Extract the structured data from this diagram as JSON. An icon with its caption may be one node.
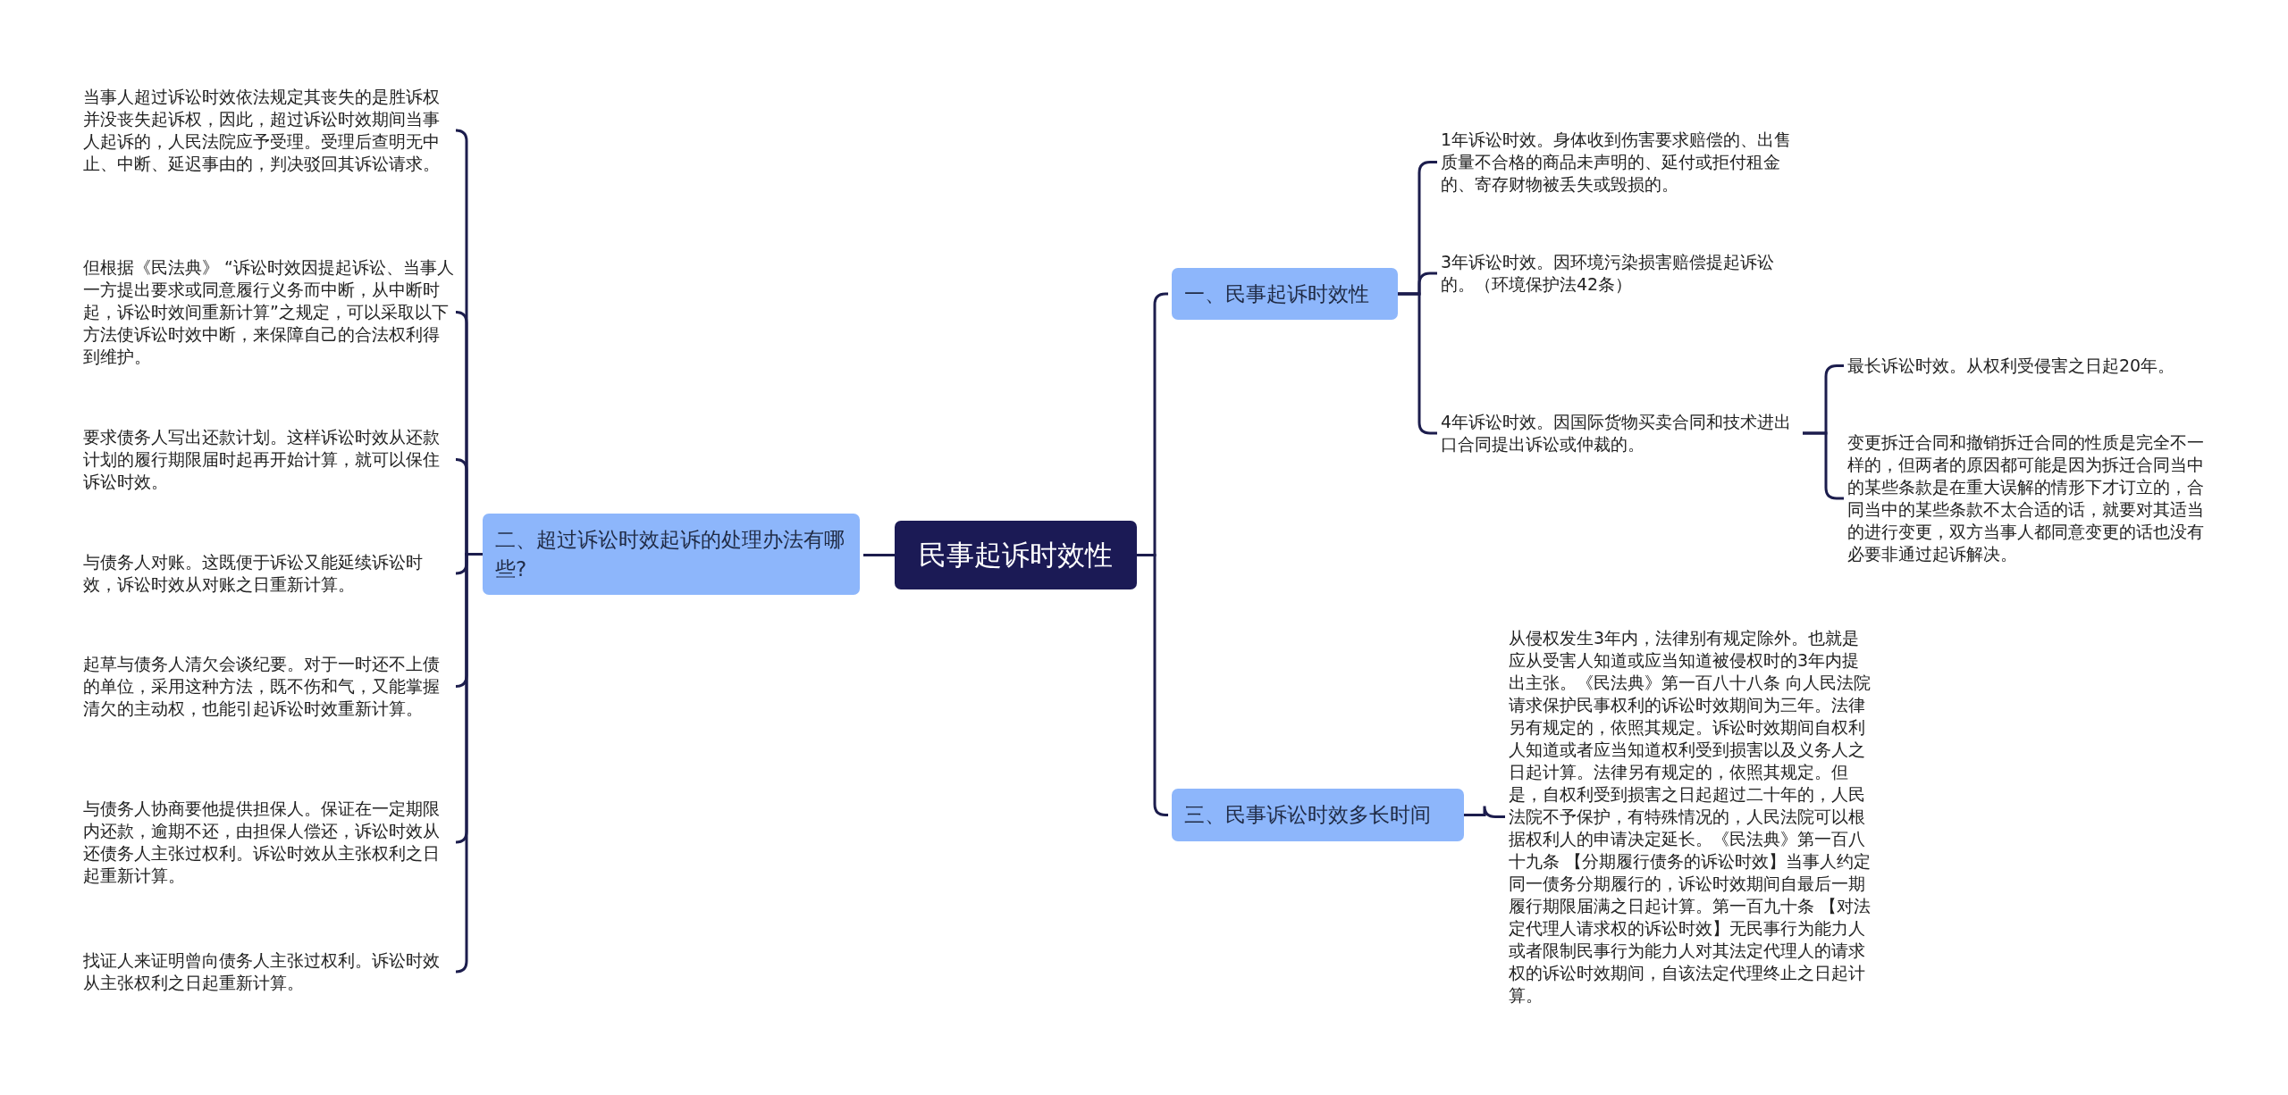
{
  "diagram": {
    "nodes": [
      {
        "text": [
          "民事起诉时效性"
        ]
      },
      {
        "text": [
          "二、超过诉讼时效起诉的处理办法有哪些?"
        ]
      },
      {
        "text": [
          "当事人超过诉讼时效依法规定其丧失的是胜诉权并没丧失起诉权，因此，超过诉讼时效期间当事人起诉的，人民法院应予受理。受理后查明无中止、中断、延迟事由的，判决驳回其诉讼请求。"
        ]
      },
      {
        "text": [
          "但根据《民法典》 “诉讼时效因提起诉讼、当事人一方提出要求或同意履行义务而中断，从中断时起，诉讼时效间重新计算”之规定，可以采取以下方法使诉讼时效中断，来保障自己的合法权利得到维护。"
        ]
      },
      {
        "text": [
          "要求债务人写出还款计划。这样诉讼时效从还款计划的履行期限届时起再开始计算，就可以保住诉讼时效。"
        ]
      },
      {
        "text": [
          "与债务人对账。这既便于诉讼又能延续诉讼时效，诉讼时效从对账之日重新计算。"
        ]
      },
      {
        "text": [
          "起草与债务人清欠会谈纪要。对于一时还不上债的单位，采用这种方法，既不伤和气，又能掌握清欠的主动权，也能引起诉讼时效重新计算。"
        ]
      },
      {
        "text": [
          "与债务人协商要他提供担保人。保证在一定期限内还款，逾期不还，由担保人偿还，诉讼时效从还债务人主张过权利。诉讼时效从主张权利之日起重新计算。"
        ]
      },
      {
        "text": [
          "找证人来证明曾向债务人主张过权利。诉讼时效从主张权利之日起重新计算。"
        ]
      },
      {
        "text": [
          "一、民事起诉时效性"
        ]
      },
      {
        "text": [
          "1年诉讼时效。身体收到伤害要求赔偿的、出售质量不合格的商品未声明的、延付或拒付租金的、寄存财物被丢失或毁损的。"
        ]
      },
      {
        "text": [
          "3年诉讼时效。因环境污染损害赔偿提起诉讼的。（环境保护法42条）"
        ]
      },
      {
        "text": [
          "4年诉讼时效。因国际货物买卖合同和技术进出口合同提出诉讼或仲裁的。"
        ]
      },
      {
        "text": [
          "最长诉讼时效。从权利受侵害之日起20年。"
        ]
      },
      {
        "text": [
          "变更拆迁合同和撤销拆迁合同的性质是完全不一样的，但两者的原因都可能是因为拆迁合同当中的某些条款是在重大误解的情形下才订立的，合同当中的某些条款不太合适的话，就要对其适当的进行变更，双方当事人都同意变更的话也没有必要非通过起诉解决。"
        ]
      },
      {
        "text": [
          "三、民事诉讼时效多长时间"
        ]
      },
      {
        "text": [
          "从侵权发生3年内，法律别有规定除外。也就是应从受害人知道或应当知道被侵权时的3年内提出主张。《民法典》第一百八十八条 向人民法院请求保护民事权利的诉讼时效期间为三年。法律另有规定的，依照其规定。诉讼时效期间自权利人知道或者应当知道权利受到损害以及义务人之日起计算。法律另有规定的，依照其规定。但是，自权利受到损害之日起超过二十年的，人民法院不予保护，有特殊情况的，人民法院可以根据权利人的申请决定延长。《民法典》第一百八十九条 【分期履行债务的诉讼时效】当事人约定同一债务分期履行的，诉讼时效期间自最后一期履行期限届满之日起计算。第一百九十条 【对法定代理人请求权的诉讼时效】无民事行为能力人或者限制民事行为能力人对其法定代理人的请求权的诉讼时效期间，自该法定代理终止之日起计算。"
        ]
      }
    ],
    "edges": [
      {
        "from": 0,
        "to": 1,
        "arrow": "none"
      },
      {
        "from": 1,
        "to": 2,
        "arrow": "none"
      },
      {
        "from": 1,
        "to": 3,
        "arrow": "none"
      },
      {
        "from": 1,
        "to": 4,
        "arrow": "none"
      },
      {
        "from": 1,
        "to": 5,
        "arrow": "none"
      },
      {
        "from": 1,
        "to": 6,
        "arrow": "none"
      },
      {
        "from": 1,
        "to": 7,
        "arrow": "none"
      },
      {
        "from": 1,
        "to": 8,
        "arrow": "none"
      },
      {
        "from": 0,
        "to": 9,
        "arrow": "none"
      },
      {
        "from": 9,
        "to": 10,
        "arrow": "none"
      },
      {
        "from": 9,
        "to": 11,
        "arrow": "none"
      },
      {
        "from": 9,
        "to": 12,
        "arrow": "none"
      },
      {
        "from": 12,
        "to": 13,
        "arrow": "none"
      },
      {
        "from": 12,
        "to": 14,
        "arrow": "none"
      },
      {
        "from": 0,
        "to": 15,
        "arrow": "none"
      },
      {
        "from": 15,
        "to": 16,
        "arrow": "none"
      }
    ]
  }
}
